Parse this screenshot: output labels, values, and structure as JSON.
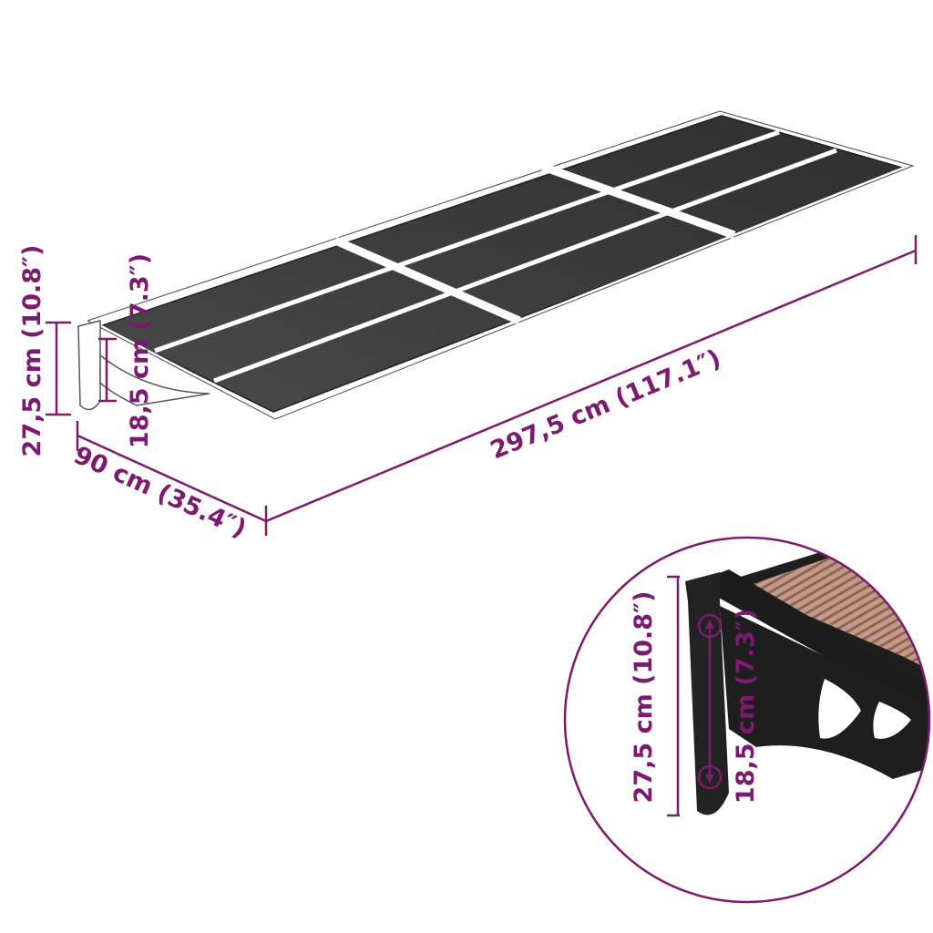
{
  "colors": {
    "dimension": "#7b1a70",
    "panel": "#3a3a3a",
    "frame": "#ffffff",
    "bracket_detail": "#1e1e1e",
    "panel_detail": "#b08a78"
  },
  "dimensions": {
    "length": "297,5 cm (117.1″)",
    "depth": "90 cm (35.4″)",
    "bracket_height": "27,5 cm (10.8″)",
    "hole_spacing": "18,5 cm (7.3″)"
  },
  "detail": {
    "bracket_height": "27,5 cm (10.8″)",
    "hole_spacing": "18,5 cm (7.3″)"
  }
}
